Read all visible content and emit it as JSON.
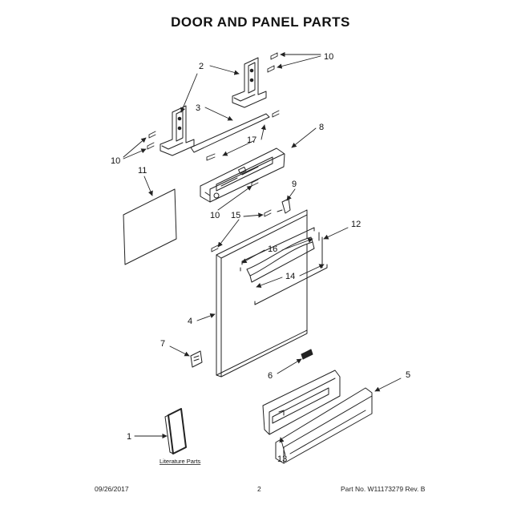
{
  "title": "DOOR AND PANEL PARTS",
  "callouts": {
    "c1": "1",
    "c2": "2",
    "c3": "3",
    "c4": "4",
    "c5": "5",
    "c6": "6",
    "c7": "7",
    "c8": "8",
    "c9": "9",
    "c10a": "10",
    "c10b": "10",
    "c10c": "10",
    "c11": "11",
    "c12": "12",
    "c13": "13",
    "c14": "14",
    "c15": "15",
    "c16": "16",
    "c17": "17"
  },
  "literature_label": "Literature Parts",
  "footer": {
    "date": "09/26/2017",
    "page": "2",
    "part": "Part No. W11173279  Rev. B"
  }
}
